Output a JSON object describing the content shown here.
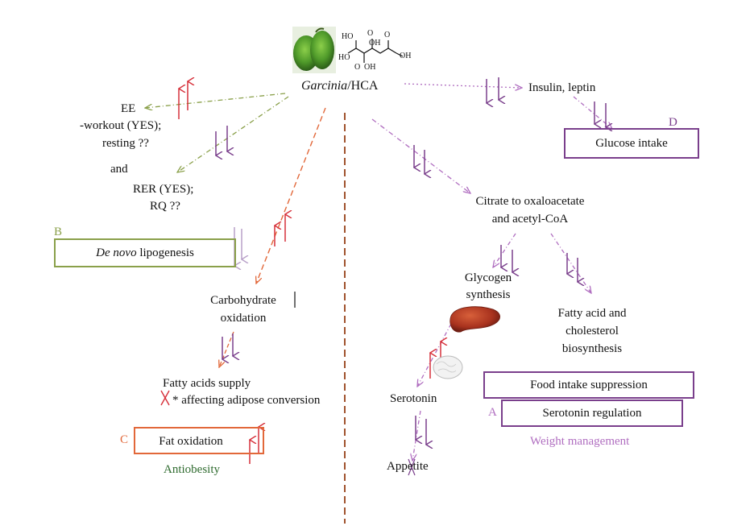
{
  "top": {
    "title_italic": "Garcinia",
    "title_rest": "/HCA",
    "molecule_labels": [
      "HO",
      "O",
      "OH",
      "O",
      "OH",
      "O",
      "HO",
      "OH",
      "O"
    ]
  },
  "left": {
    "ee": "EE",
    "workout": "-workout (YES);",
    "resting": "resting ??",
    "and": "and",
    "rer": "RER (YES);",
    "rq": "RQ ??",
    "label_b": "B",
    "dnl_italic": "De novo",
    "dnl_rest": " lipogenesis",
    "carb_line1": "Carbohydrate",
    "carb_line2": "oxidation",
    "fatty_supply": "Fatty acids supply",
    "affecting": "* affecting adipose conversion",
    "label_c": "C",
    "fat_oxidation": "Fat oxidation",
    "antiobesity": "Antiobesity"
  },
  "right": {
    "insulin": "Insulin, leptin",
    "label_d": "D",
    "glucose": "Glucose intake",
    "citrate_line1": "Citrate to oxaloacetate",
    "citrate_line2": "and acetyl-CoA",
    "glycogen_line1": "Glycogen",
    "glycogen_line2": "synthesis",
    "fatty_line1": "Fatty acid and",
    "fatty_line2": "cholesterol",
    "fatty_line3": "biosynthesis",
    "food": "Food intake suppression",
    "label_a": "A",
    "serotonin_reg": "Serotonin regulation",
    "weight": "Weight management",
    "serotonin": "Serotonin",
    "appetite": "Appetite"
  },
  "colors": {
    "green": "#8aa04a",
    "dark_green": "#2f6b2f",
    "orange": "#e2683a",
    "red": "#d6303a",
    "purple": "#7a3f8c",
    "lilac": "#b48ac0",
    "divider": "#a0522d",
    "text": "#111111"
  },
  "icons": [
    "fruit-icon",
    "molecule-icon",
    "liver-icon",
    "brain-icon"
  ]
}
